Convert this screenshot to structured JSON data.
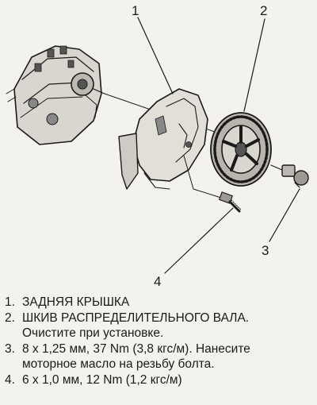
{
  "callouts": [
    "1",
    "2",
    "3",
    "4"
  ],
  "legend": [
    {
      "num": "1.",
      "line1": "ЗАДНЯЯ КРЫШКА",
      "line2": ""
    },
    {
      "num": "2.",
      "line1": "ШКИВ РАСПРЕДЕЛИТЕЛЬНОГО ВАЛА.",
      "line2": "Очистите при установке."
    },
    {
      "num": "3.",
      "line1": "8 x 1,25 мм, 37 Nm (3,8 кгс/м). Нанесите",
      "line2": "моторное масло на резьбу болта."
    },
    {
      "num": "4.",
      "line1": "6 x 1,0 мм, 12 Nm (1,2 кгс/м)",
      "line2": ""
    }
  ]
}
